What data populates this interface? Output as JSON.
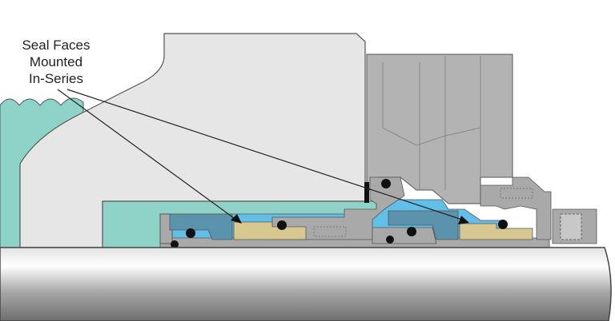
{
  "callout": {
    "lines": [
      "Seal Faces",
      "Mounted",
      "In-Series"
    ]
  },
  "colors": {
    "fluid": "#8fd3c8",
    "housing": "#e6e6e6",
    "gland": "#b3b3b3",
    "seal_parts": "#a9a9a9",
    "sleeve_blue": "#62bfe8",
    "dark_blue": "#5b93ad",
    "seal_face": "#d6c890",
    "shaft": "#9a9a9a"
  }
}
